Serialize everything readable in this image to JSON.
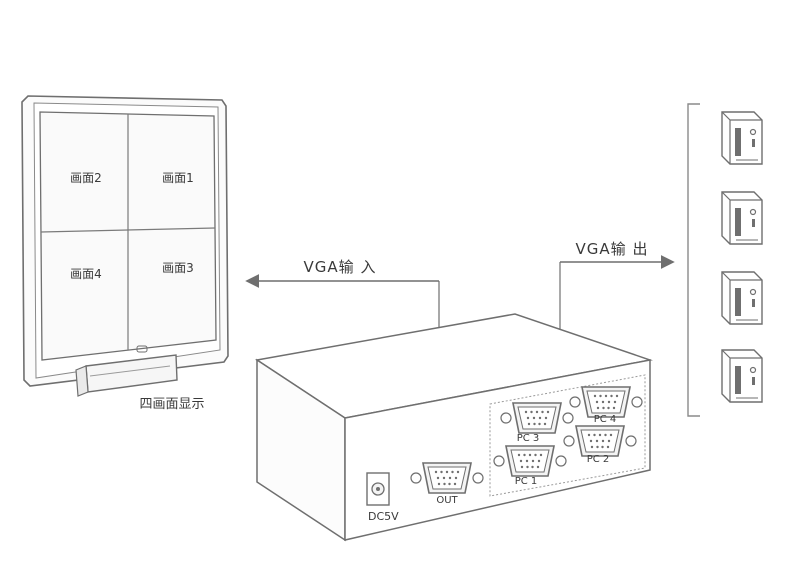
{
  "colors": {
    "line": "#6f6f6f",
    "light_line": "#a9a9a9",
    "text": "#3a3a3a",
    "fill_light": "#f4f4f4"
  },
  "monitor": {
    "quadrants": [
      "画面2",
      "画面1",
      "画面4",
      "画面3"
    ],
    "caption": "四画面显示"
  },
  "labels": {
    "vga_in": "VGA输 入",
    "vga_out": "VGA输 出"
  },
  "device": {
    "out_label": "OUT",
    "power_label": "DC5V",
    "ports": [
      "PC 3",
      "PC 4",
      "PC 1",
      "PC 2"
    ]
  },
  "computers": {
    "icon": "desktop-tower-icon",
    "count": 4
  }
}
